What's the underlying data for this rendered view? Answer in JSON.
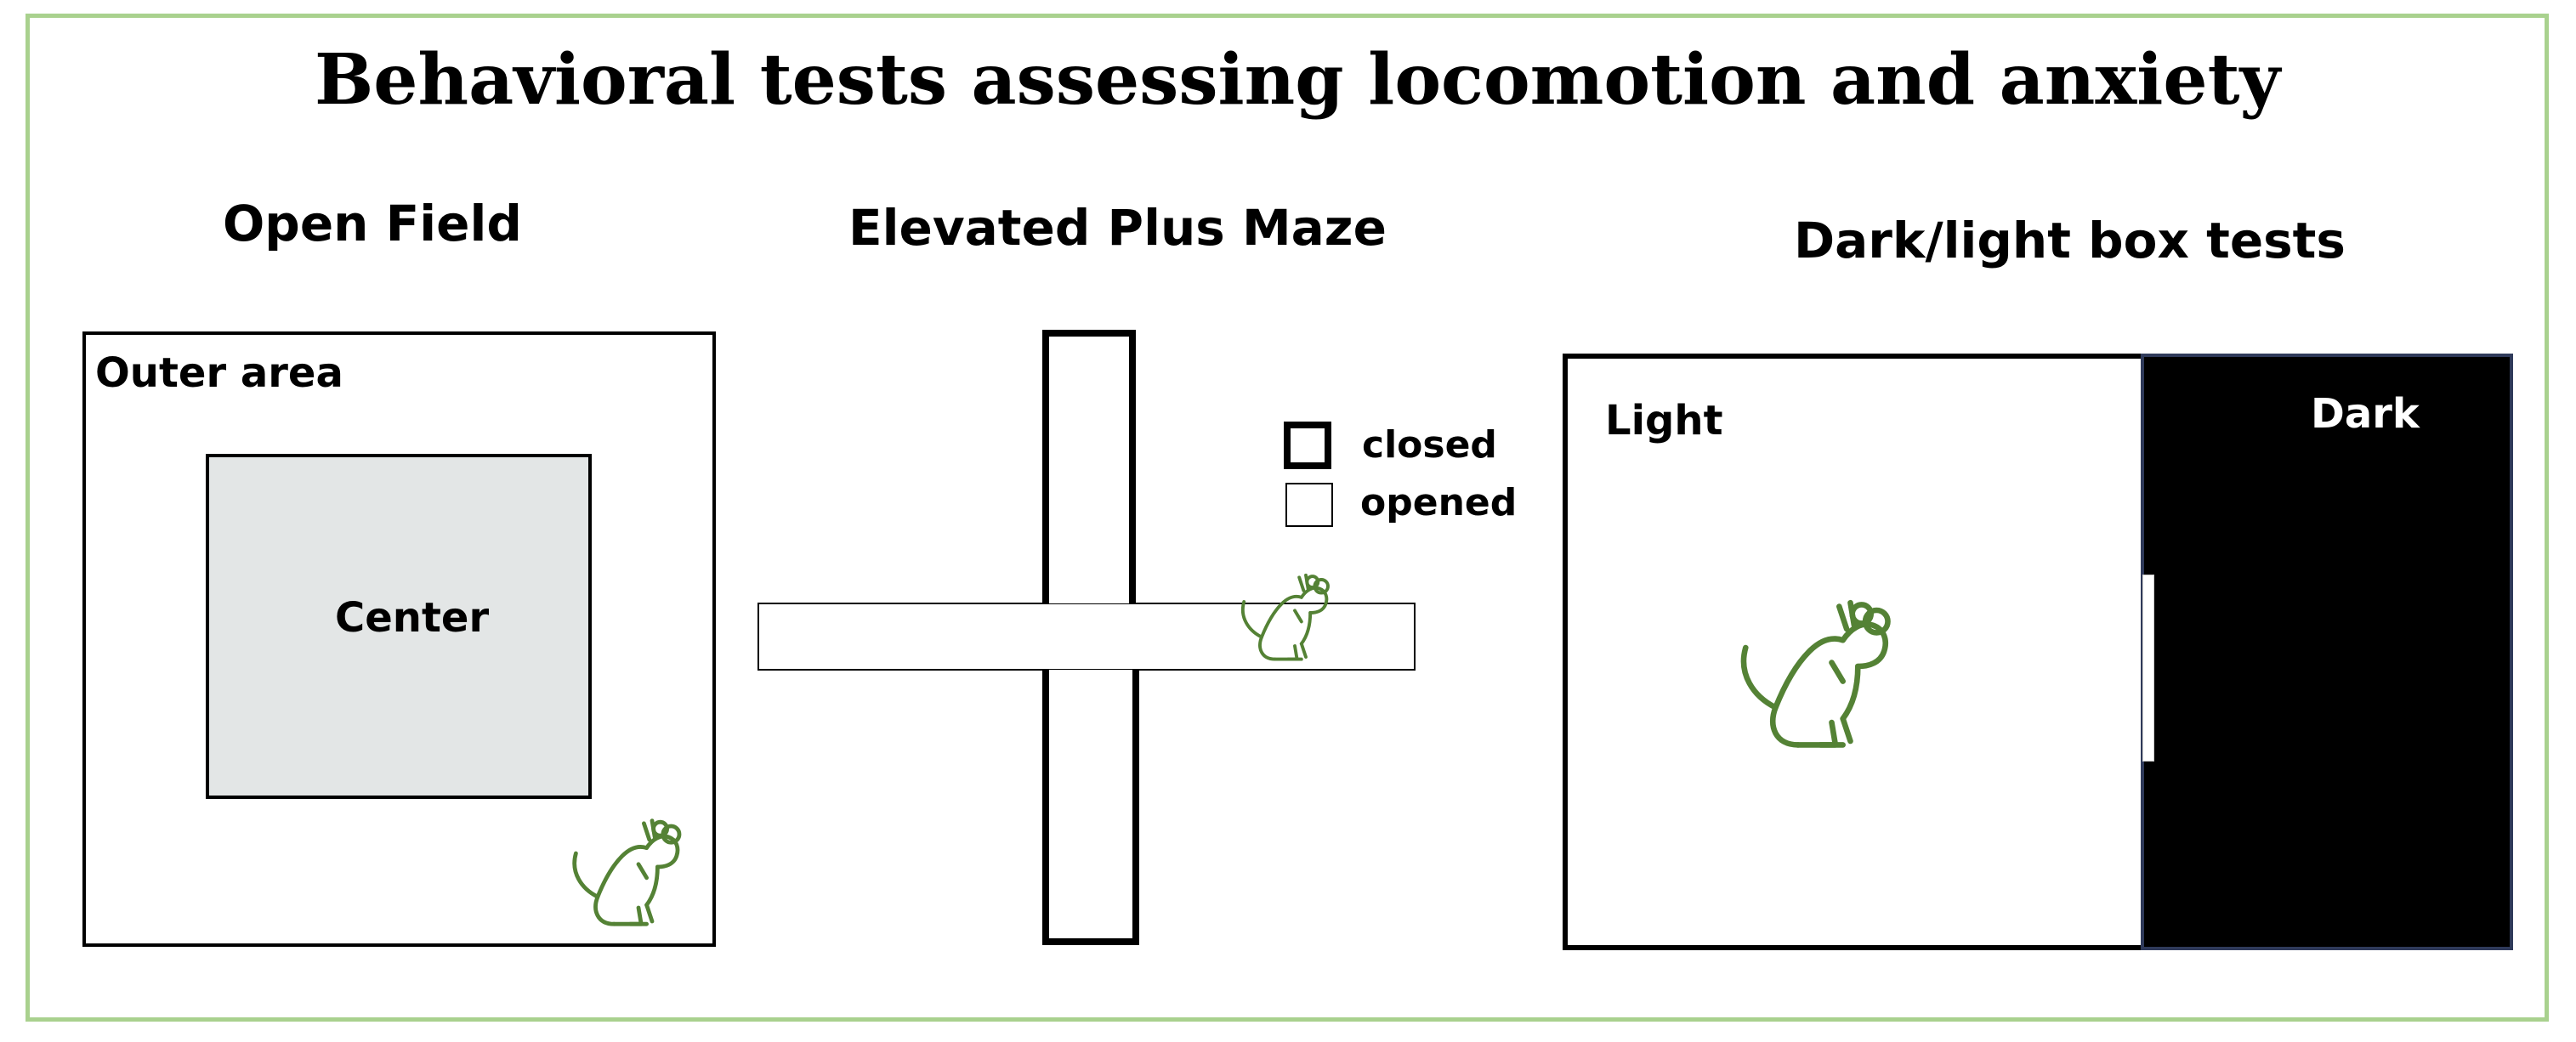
{
  "title": "Behavioral tests assessing locomotion and anxiety",
  "open_field": {
    "heading": "Open Field",
    "outer_label": "Outer area",
    "center_label": "Center",
    "center_color": "#e3e6e6"
  },
  "plus_maze": {
    "heading": "Elevated Plus Maze",
    "legend": {
      "closed_label": "closed",
      "opened_label": "opened"
    }
  },
  "dark_light": {
    "heading": "Dark/light box tests",
    "light_label": "Light",
    "dark_label": "Dark",
    "dark_color": "#000000",
    "dark_border_color": "#2f3a5a"
  },
  "colors": {
    "frame_border": "#a9d18e",
    "mouse_stroke": "#548235"
  },
  "icons": [
    "mouse-icon"
  ]
}
